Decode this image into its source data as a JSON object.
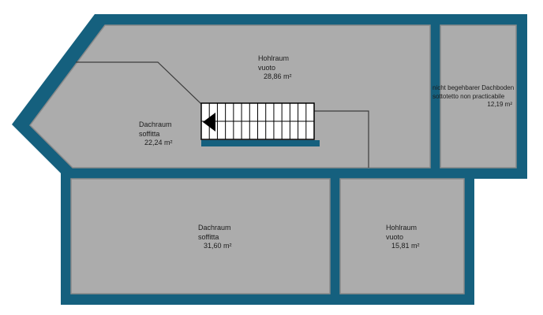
{
  "plan": {
    "title": "attic-floor-plan",
    "colors": {
      "wall": "#15607E",
      "room_fill": "#ACACAC",
      "room_edge": "#8A8A8A",
      "thin_line": "#3C3C3C",
      "stair_fill": "#FFFFFF",
      "stair_edge": "#000000",
      "background": "#FFFFFF"
    },
    "rooms": {
      "hohlraum_upper": {
        "line1": "Hohlraum",
        "line2": "vuoto",
        "area": "28,86 m²"
      },
      "dachraum_upper": {
        "line1": "Dachraum",
        "line2": "soffitta",
        "area": "22,24 m²"
      },
      "dachboden_right": {
        "line1": "nicht begehbarer Dachboden",
        "line2": "sottotetto non practicabile",
        "area": "12,19 m²"
      },
      "dachraum_lower": {
        "line1": "Dachraum",
        "line2": "soffitta",
        "area": "31,60 m²"
      },
      "hohlraum_lower": {
        "line1": "Hohlraum",
        "line2": "vuoto",
        "area": "15,81 m²"
      }
    },
    "stairs": {
      "steps": 14,
      "direction": "left"
    }
  }
}
